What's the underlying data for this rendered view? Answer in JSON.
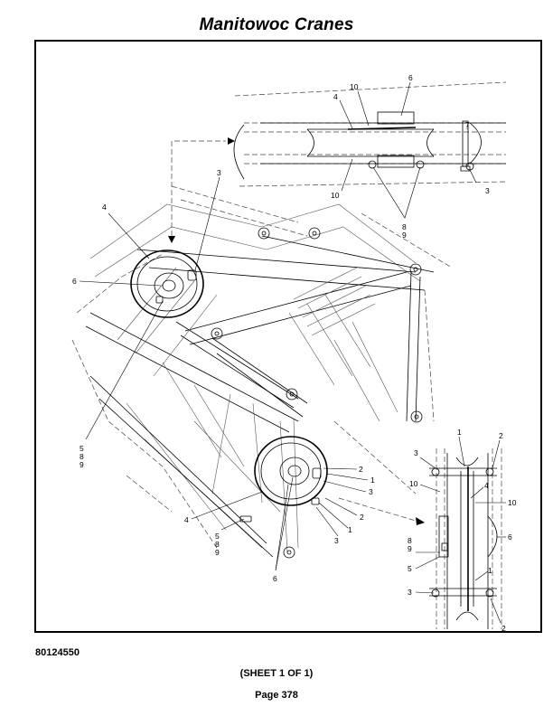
{
  "header": {
    "title": "Manitowoc Cranes"
  },
  "footer": {
    "part_number": "80124550",
    "sheet": "(SHEET 1 OF 1)",
    "page": "Page 378"
  },
  "callouts": {
    "tr_10": "10",
    "tr_6": "6",
    "tr_4": "4",
    "tr_7": "7",
    "tr_10b": "10",
    "tr_3": "3",
    "tr_8": "8",
    "tr_9": "9",
    "ul_4": "4",
    "ul_3": "3",
    "ul_6": "6",
    "ul_5": "5",
    "ul_8": "8",
    "ul_9": "9",
    "lc_2": "2",
    "lc_1": "1",
    "lc_3": "3",
    "lc_2b": "2",
    "lc_1b": "1",
    "lc_3b": "3",
    "lc_4": "4",
    "lc_5": "5",
    "lc_8": "8",
    "lc_9": "9",
    "lc_6": "6",
    "br_1": "1",
    "br_2": "2",
    "br_3": "3",
    "br_10": "10",
    "br_4": "4",
    "br_10b": "10",
    "br_6": "6",
    "br_8": "8",
    "br_9": "9",
    "br_5": "5",
    "br_1b": "1",
    "br_3b": "3",
    "br_2b": "2"
  }
}
